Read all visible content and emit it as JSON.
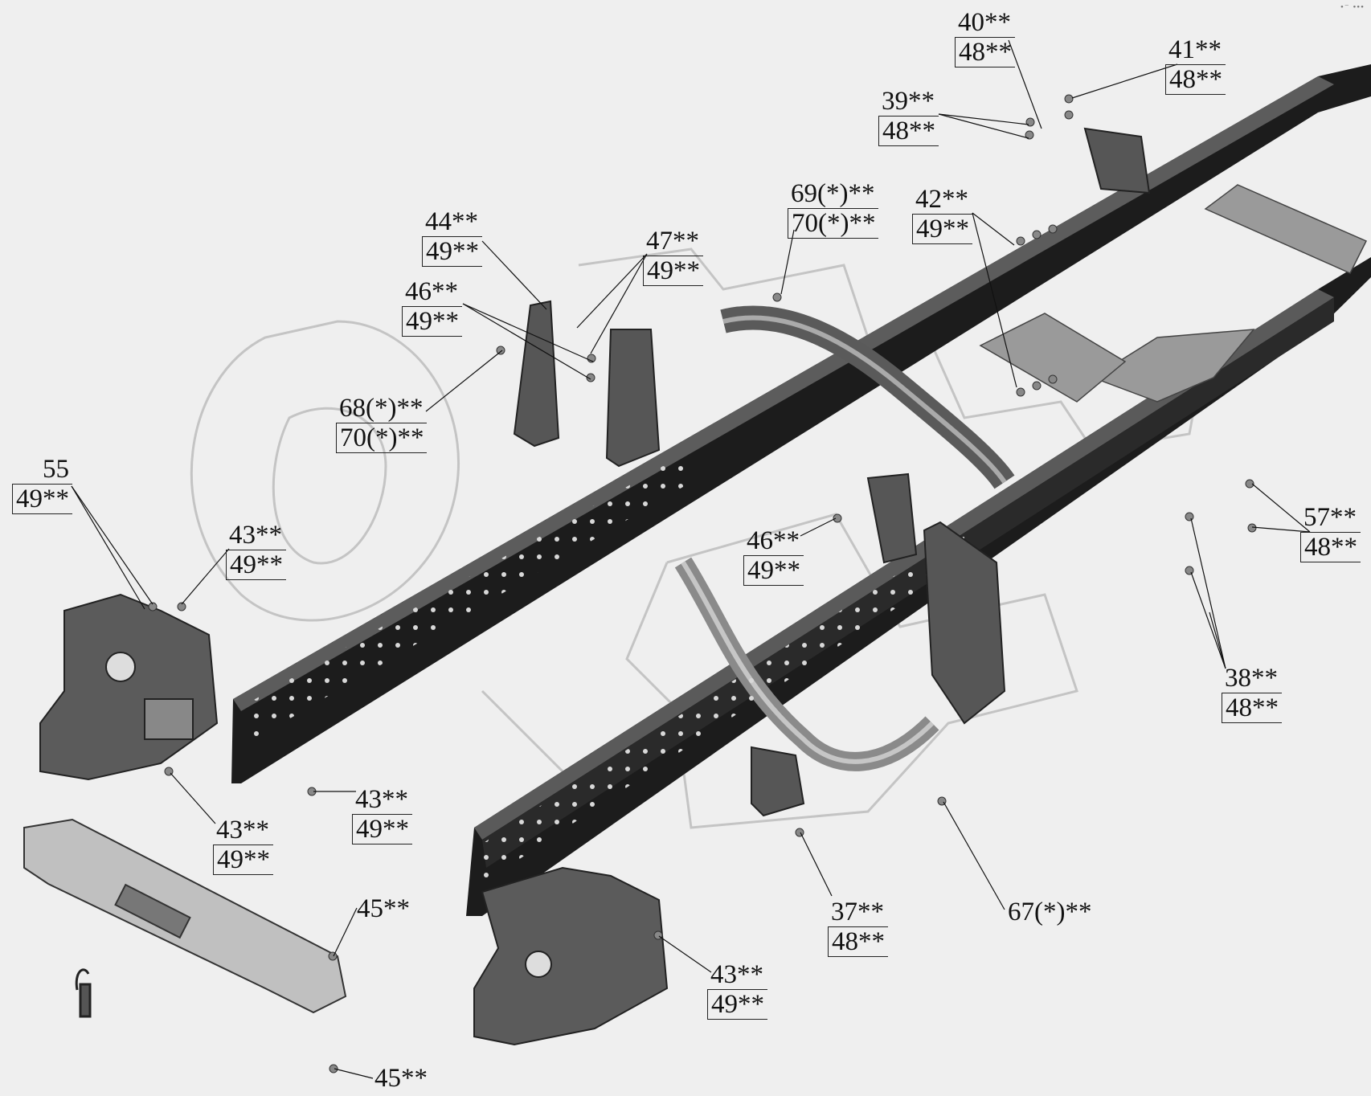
{
  "corner_mark": "•⁻ •••",
  "callouts": [
    {
      "id": "c40",
      "top": "40**",
      "bottom": "48**"
    },
    {
      "id": "c41",
      "top": "41**",
      "bottom": "48**"
    },
    {
      "id": "c39",
      "top": "39**",
      "bottom": "48**"
    },
    {
      "id": "c69",
      "top": "69(*)**",
      "bottom": "70(*)**"
    },
    {
      "id": "c42",
      "top": "42**",
      "bottom": "49**"
    },
    {
      "id": "c44",
      "top": "44**",
      "bottom": "49**"
    },
    {
      "id": "c47",
      "top": "47**",
      "bottom": "49**"
    },
    {
      "id": "c46a",
      "top": "46**",
      "bottom": "49**"
    },
    {
      "id": "c68",
      "top": "68(*)**",
      "bottom": "70(*)**"
    },
    {
      "id": "c55",
      "top": "55",
      "bottom": "49**"
    },
    {
      "id": "c43a",
      "top": "43**",
      "bottom": "49**"
    },
    {
      "id": "c46b",
      "top": "46**",
      "bottom": "49**"
    },
    {
      "id": "c57",
      "top": "57**",
      "bottom": "48**"
    },
    {
      "id": "c38",
      "top": "38**",
      "bottom": "48**"
    },
    {
      "id": "c43b",
      "top": "43**",
      "bottom": "49**"
    },
    {
      "id": "c43c",
      "top": "43**",
      "bottom": "49**"
    },
    {
      "id": "c45a",
      "top": "45**",
      "bottom": ""
    },
    {
      "id": "c37",
      "top": "37**",
      "bottom": "48**"
    },
    {
      "id": "c67",
      "top": "67(*)**",
      "bottom": ""
    },
    {
      "id": "c43d",
      "top": "43**",
      "bottom": "49**"
    },
    {
      "id": "c45b",
      "top": "45**",
      "bottom": ""
    }
  ]
}
